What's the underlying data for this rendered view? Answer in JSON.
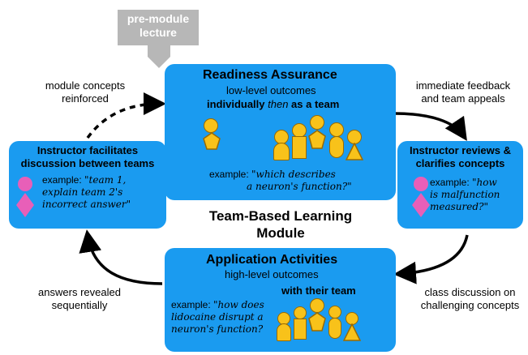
{
  "colors": {
    "box": "#1a9bf0",
    "person_yellow": "#f8c21a",
    "person_pink": "#e85fb8",
    "premodule_gray": "#b7b7b7"
  },
  "premodule": {
    "line1": "pre-module",
    "line2": "lecture"
  },
  "center_title": {
    "line1": "Team-Based Learning",
    "line2": "Module"
  },
  "readiness": {
    "title": "Readiness Assurance",
    "outcomes": "low-level outcomes",
    "mode_a": "individually ",
    "mode_then": "then",
    "mode_b": " as a team",
    "example_label": "example: ",
    "example_q1": "\"which describes",
    "example_q2": "a neuron's function?\""
  },
  "application": {
    "title": "Application Activities",
    "outcomes": "high-level outcomes",
    "mode": "with their team",
    "example_label": "example: ",
    "example_q1": "\"how does",
    "example_q2": "lidocaine disrupt a",
    "example_q3": "neuron's function?"
  },
  "facilitates": {
    "title1": "Instructor facilitates",
    "title2": "discussion between teams",
    "example_label": "example: ",
    "example_q1": "\"team 1,",
    "example_q2": "explain team 2's",
    "example_q3": "incorrect answer\""
  },
  "reviews": {
    "title1": "Instructor reviews &",
    "title2": "clarifies concepts",
    "example_label": "example: ",
    "example_q1": "\"how",
    "example_q2": "is malfunction",
    "example_q3": "measured?\""
  },
  "captions": {
    "reinforced1": "module concepts",
    "reinforced2": "reinforced",
    "feedback1": "immediate feedback",
    "feedback2": "and team appeals",
    "revealed1": "answers revealed",
    "revealed2": "sequentially",
    "discussion1": "class discussion on",
    "discussion2": "challenging concepts"
  }
}
